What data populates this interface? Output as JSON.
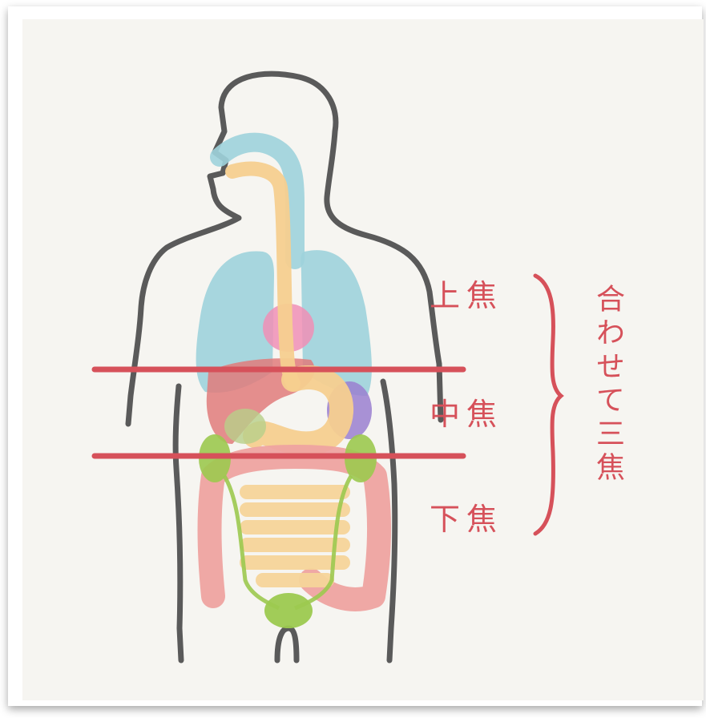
{
  "zones": {
    "upper": "上焦",
    "middle": "中焦",
    "lower": "下焦"
  },
  "combined_label": "合わせて三焦",
  "colors": {
    "outline": "#5a5a5a",
    "accent": "#d6515a",
    "lungs": "#9fd3dc",
    "esophagus": "#f6cf8f",
    "heart": "#f08fb6",
    "liver": "#e07b7b",
    "spleen": "#9a7fd0",
    "kidneys": "#9cc94f",
    "intestine_large": "#eea3a0",
    "intestine_small": "#f6d59a"
  }
}
